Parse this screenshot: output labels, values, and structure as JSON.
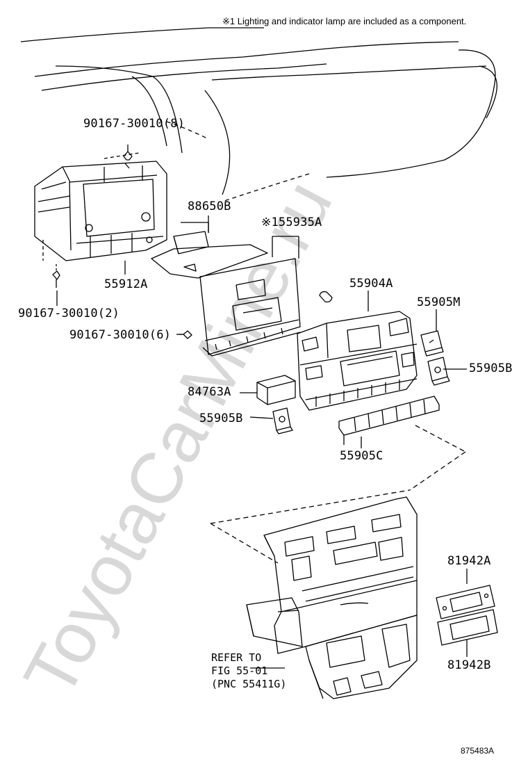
{
  "note": "※1 Lighting and indicator lamp are included as a component.",
  "labels": {
    "p90167_8": "90167-30010(8)",
    "p88650B": "88650B",
    "p55935A": "※155935A",
    "p55912A": "55912A",
    "p90167_2": "90167-30010(2)",
    "p90167_6": "90167-30010(6)",
    "p55904A": "55904A",
    "p55905M": "55905M",
    "p55905B_right": "55905B",
    "p84763A": "84763A",
    "p55905B_left": "55905B",
    "p55905C": "55905C",
    "p81942A": "81942A",
    "p81942B": "81942B"
  },
  "refer": {
    "line1": "REFER TO",
    "line2": "FIG 55-01",
    "line3": "(PNC 55411G)"
  },
  "figure_code": "875483A",
  "watermark": "ToyotaCarMine.ru",
  "watermark_color": "#d8d8d8"
}
